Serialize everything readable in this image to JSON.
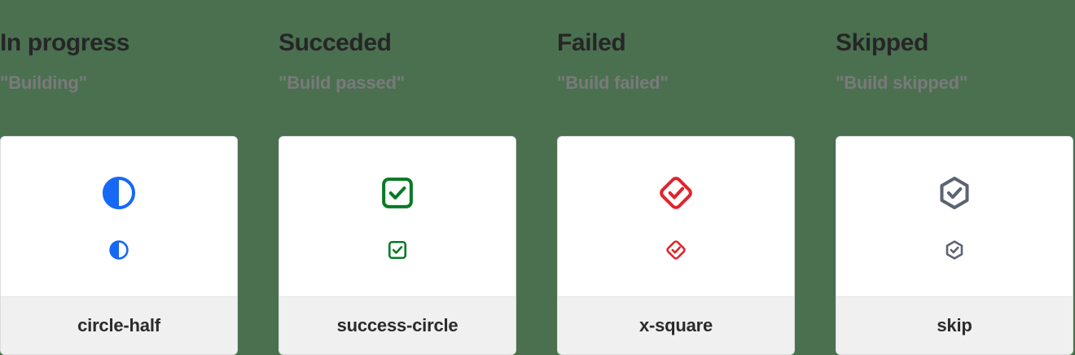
{
  "background_color": "#4a7050",
  "columns": [
    {
      "title": "In progress",
      "subtitle": "\"Building\"",
      "icon_name": "circle-half",
      "icon_label": "circle-half",
      "color": "#1668f5"
    },
    {
      "title": "Succeded",
      "subtitle": "\"Build passed\"",
      "icon_name": "success-circle",
      "icon_label": "success-circle",
      "color": "#067a25"
    },
    {
      "title": "Failed",
      "subtitle": "\"Build failed\"",
      "icon_name": "x-square",
      "icon_label": "x-square",
      "color": "#e0242c"
    },
    {
      "title": "Skipped",
      "subtitle": "\"Build skipped\"",
      "icon_name": "skip",
      "icon_label": "skip",
      "color": "#5c6373"
    }
  ]
}
